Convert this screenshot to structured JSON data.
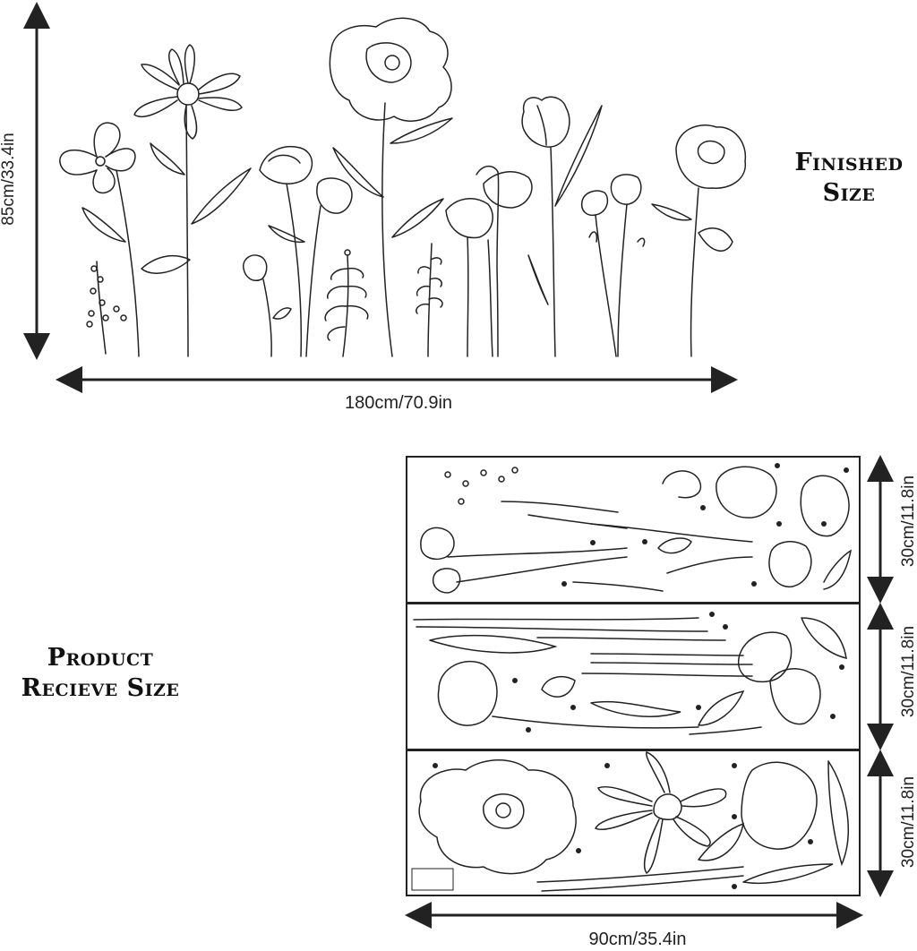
{
  "finished": {
    "heading_line1": "Finished",
    "heading_line2": "Size",
    "width_label": "180cm/70.9in",
    "height_label": "85cm/33.4in"
  },
  "product": {
    "heading_line1": "Product",
    "heading_line2": "Recieve Size",
    "width_label": "90cm/35.4in",
    "sheet_heights": [
      "30cm/11.8in",
      "30cm/11.8in",
      "30cm/11.8in"
    ]
  },
  "colors": {
    "line": "#222222",
    "background": "#ffffff"
  }
}
